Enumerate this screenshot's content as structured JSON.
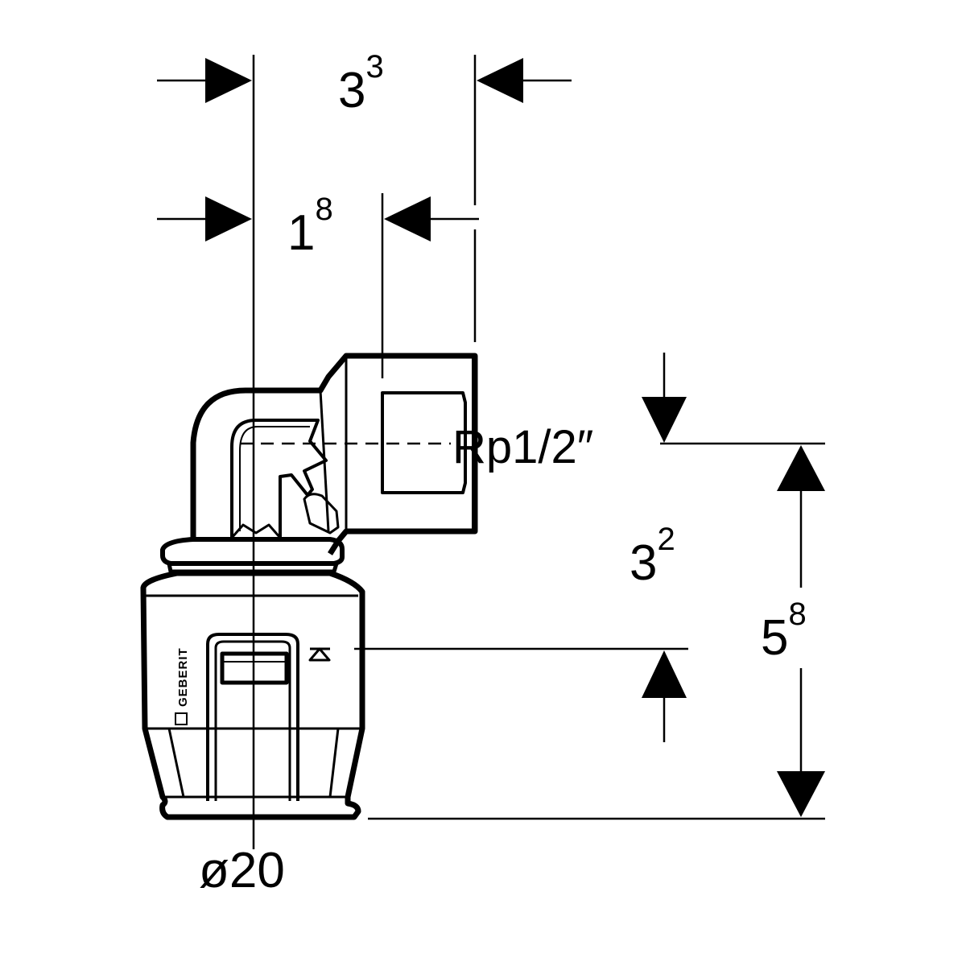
{
  "dimensions": {
    "overall_width": {
      "base": "3",
      "exponent": "3"
    },
    "inner_width": {
      "base": "1",
      "exponent": "8"
    },
    "offset_height": {
      "base": "3",
      "exponent": "2"
    },
    "overall_height": {
      "base": "5",
      "exponent": "8"
    },
    "thread": "Rp1/2″",
    "pipe_diameter": "ø20"
  },
  "brand_mark": "GEBERIT",
  "colors": {
    "line": "#000000",
    "background": "#ffffff"
  }
}
